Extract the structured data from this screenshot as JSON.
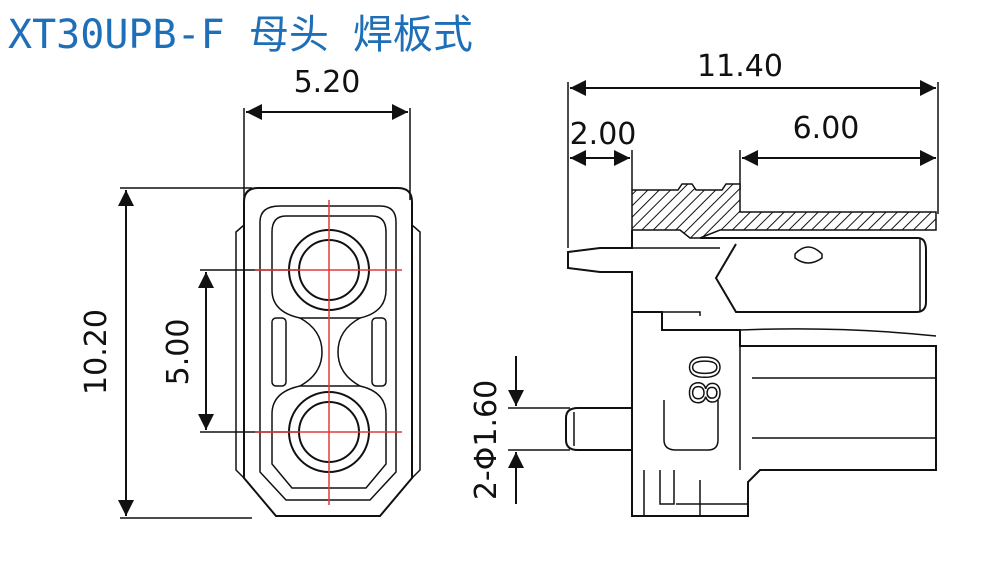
{
  "title": "XT30UPB-F  母头 焊板式",
  "dimensions": {
    "width_front": "5.20",
    "height_front": "10.20",
    "pin_pitch": "5.00",
    "length_total": "11.40",
    "length_left": "2.00",
    "length_right": "6.00",
    "pin_spec": "2-Φ1.60"
  },
  "side_marking": "08"
}
